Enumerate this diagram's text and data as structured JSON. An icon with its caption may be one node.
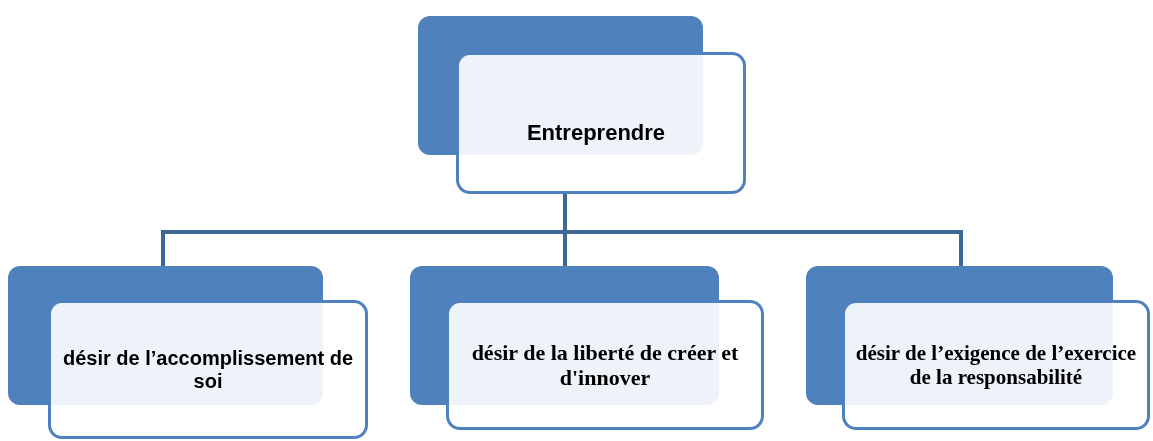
{
  "diagram": {
    "nodes": [
      {
        "text": [
          "Entreprendre"
        ]
      },
      {
        "text": [
          "désir de l’accomplissement de soi"
        ]
      },
      {
        "text": [
          "désir de la liberté de créer et d'innover"
        ]
      },
      {
        "text": [
          "désir de l’exigence de l’exercice de la responsabilité"
        ]
      }
    ],
    "edges": [
      {
        "from": 0,
        "to": 1,
        "arrow": "none"
      },
      {
        "from": 0,
        "to": 2,
        "arrow": "none"
      },
      {
        "from": 0,
        "to": 3,
        "arrow": "none"
      }
    ]
  }
}
